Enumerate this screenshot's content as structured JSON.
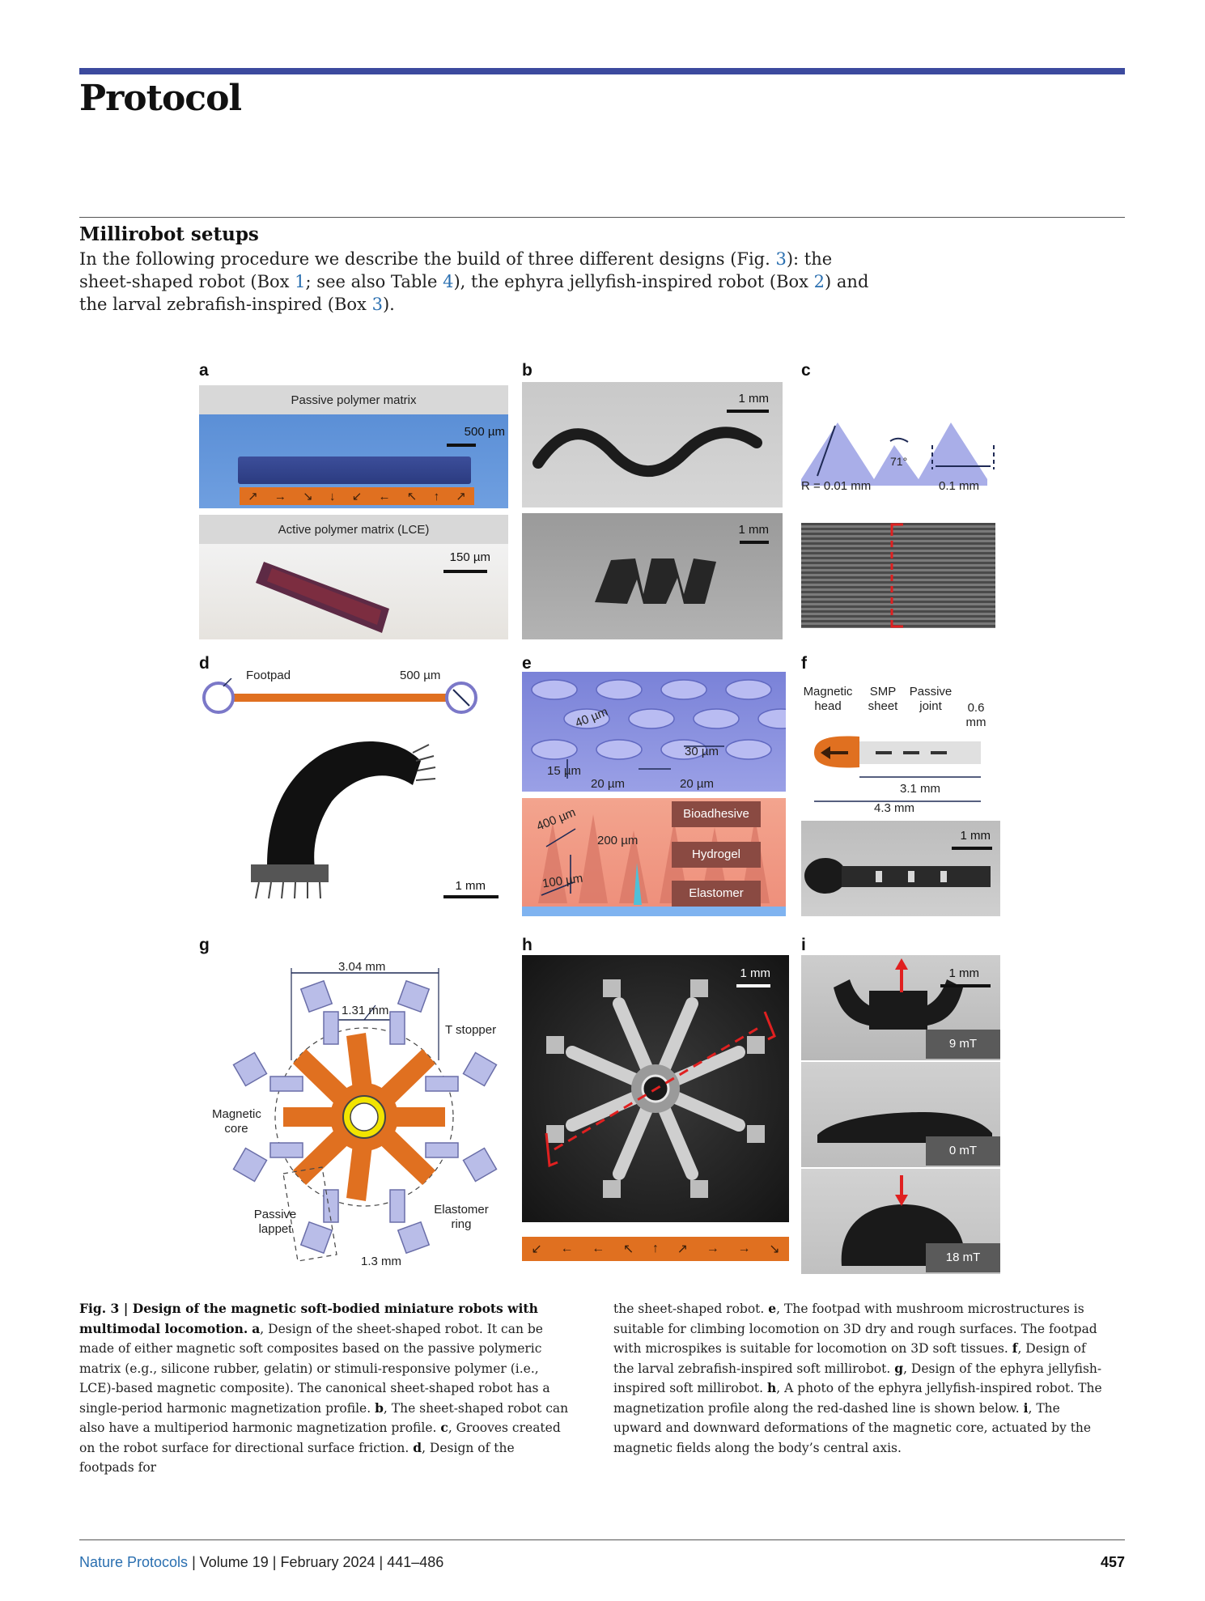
{
  "page": {
    "section_title": "Protocol",
    "heading": "Millirobot setups",
    "intro": [
      "In the following procedure we describe the build of three different designs (Fig. ",
      "3",
      "): the sheet-shaped robot (Box ",
      "1",
      "; see also Table ",
      "4",
      "), the ephyra jellyfish-inspired robot (Box ",
      "2",
      ") and the larval zebrafish-inspired (Box ",
      "3",
      ")."
    ],
    "footer": {
      "journal": "Nature Protocols",
      "details": " | Volume 19 | February 2024 | 441–486",
      "page_number": "457"
    }
  },
  "figure": {
    "panels": {
      "a": "a",
      "b": "b",
      "c": "c",
      "d": "d",
      "e": "e",
      "f": "f",
      "g": "g",
      "h": "h",
      "i": "i"
    },
    "panel_a": {
      "top_label": "Passive polymer matrix",
      "top_scale": "500 µm",
      "bottom_label": "Active polymer matrix (LCE)",
      "bottom_scale": "150 µm",
      "arrows": [
        "↗",
        "→",
        "↘",
        "↓",
        "↙",
        "←",
        "↖",
        "↑",
        "↗"
      ]
    },
    "panel_b": {
      "scale_top": "1 mm",
      "scale_bottom": "1 mm"
    },
    "panel_c": {
      "angle": "71°",
      "radius": "R = 0.01 mm",
      "pitch": "0.1 mm"
    },
    "panel_d": {
      "footpad": "Footpad",
      "scale_top": "500 µm",
      "scale_bottom": "1 mm"
    },
    "panel_e": {
      "d40": "40 µm",
      "d30": "30 µm",
      "d15": "15 µm",
      "d20a": "20 µm",
      "d20b": "20 µm",
      "d400": "400 µm",
      "d200": "200 µm",
      "d100": "100 µm",
      "bioadhesive": "Bioadhesive",
      "hydrogel": "Hydrogel",
      "elastomer": "Elastomer"
    },
    "panel_f": {
      "magnetic_head": [
        "Magnetic",
        "head"
      ],
      "smp_sheet": [
        "SMP",
        "sheet"
      ],
      "passive_joint": [
        "Passive",
        "joint"
      ],
      "thickness": [
        "0.6",
        "mm"
      ],
      "len1": "3.1 mm",
      "len2": "4.3 mm",
      "scale": "1 mm"
    },
    "panel_g": {
      "width": "3.04 mm",
      "inner": "1.31 mm",
      "t_stopper": "T stopper",
      "magnetic_core": [
        "Magnetic",
        "core"
      ],
      "passive_lappet": [
        "Passive",
        "lappet"
      ],
      "elastomer_ring": [
        "Elastomer",
        "ring"
      ],
      "lappet_len": "1.3 mm"
    },
    "panel_h": {
      "scale": "1 mm",
      "profile_arrows": [
        "↙",
        "←",
        "←",
        "↖",
        "↑",
        "↗",
        "→",
        "→",
        "↘"
      ]
    },
    "panel_i": {
      "scale": "1 mm",
      "fields": [
        "9 mT",
        "0 mT",
        "18 mT"
      ]
    }
  },
  "caption": {
    "left": {
      "figno": "Fig. 3",
      "sep": " | ",
      "title": "Design of the magnetic soft-bodied miniature robots with multimodal locomotion.",
      "a": "a",
      "a_text": ", Design of the sheet-shaped robot. It can be made of either magnetic soft composites based on the passive polymeric matrix (e.g., silicone rubber, gelatin) or stimuli-responsive polymer (i.e., LCE)-based magnetic composite). The canonical sheet-shaped robot has a single-period harmonic magnetization profile. ",
      "b": "b",
      "b_text": ", The sheet-shaped robot can also have a multiperiod harmonic magnetization profile. ",
      "c": "c",
      "c_text": ", Grooves created on the robot surface for directional surface friction. ",
      "d": "d",
      "d_text": ", Design of the footpads for"
    },
    "right": {
      "pre": "the sheet-shaped robot. ",
      "e": "e",
      "e_text": ", The footpad with mushroom microstructures is suitable for climbing locomotion on 3D dry and rough surfaces. The footpad with microspikes is suitable for locomotion on 3D soft tissues. ",
      "f": "f",
      "f_text": ", Design of the larval zebrafish-inspired soft millirobot. ",
      "g": "g",
      "g_text": ", Design of the ephyra jellyfish-inspired soft millirobot. ",
      "h": "h",
      "h_text": ", A photo of the ephyra jellyfish-inspired robot. The magnetization profile along the red-dashed line is shown below. ",
      "i": "i",
      "i_text": ", The upward and downward deformations of the magnetic core, actuated by the magnetic fields along the body’s central axis."
    }
  },
  "colors": {
    "accent_bar": "#3c4a9e",
    "link": "#2a6fb0",
    "orange": "#e07020",
    "lavender": "#a9aee8",
    "red": "#e02020"
  }
}
